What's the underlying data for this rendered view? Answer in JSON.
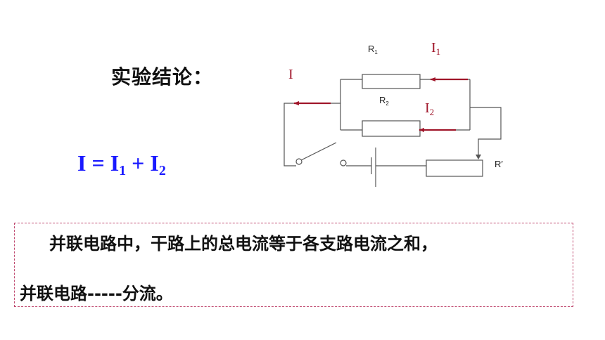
{
  "heading": "实验结论：",
  "formula": {
    "lhs": "I",
    "op_eq": " = ",
    "i1": "I",
    "i1_sub": "1",
    "op_plus": " + ",
    "i2": "I",
    "i2_sub": "2"
  },
  "circuit": {
    "labels": {
      "R1": "R",
      "R1_sub": "1",
      "R2": "R",
      "R2_sub": "2",
      "I": "I",
      "I1": "I",
      "I1_sub": "1",
      "I2": "I",
      "I2_sub": "2",
      "Rprime": "R′"
    },
    "colors": {
      "wire": "#555555",
      "arrow": "#a0162a",
      "current_label": "#a0162a"
    }
  },
  "conclusion": {
    "line1": "并联电路中，干路上的总电流等于各支路电流之和，",
    "line2": "并联电路-----分流。"
  }
}
